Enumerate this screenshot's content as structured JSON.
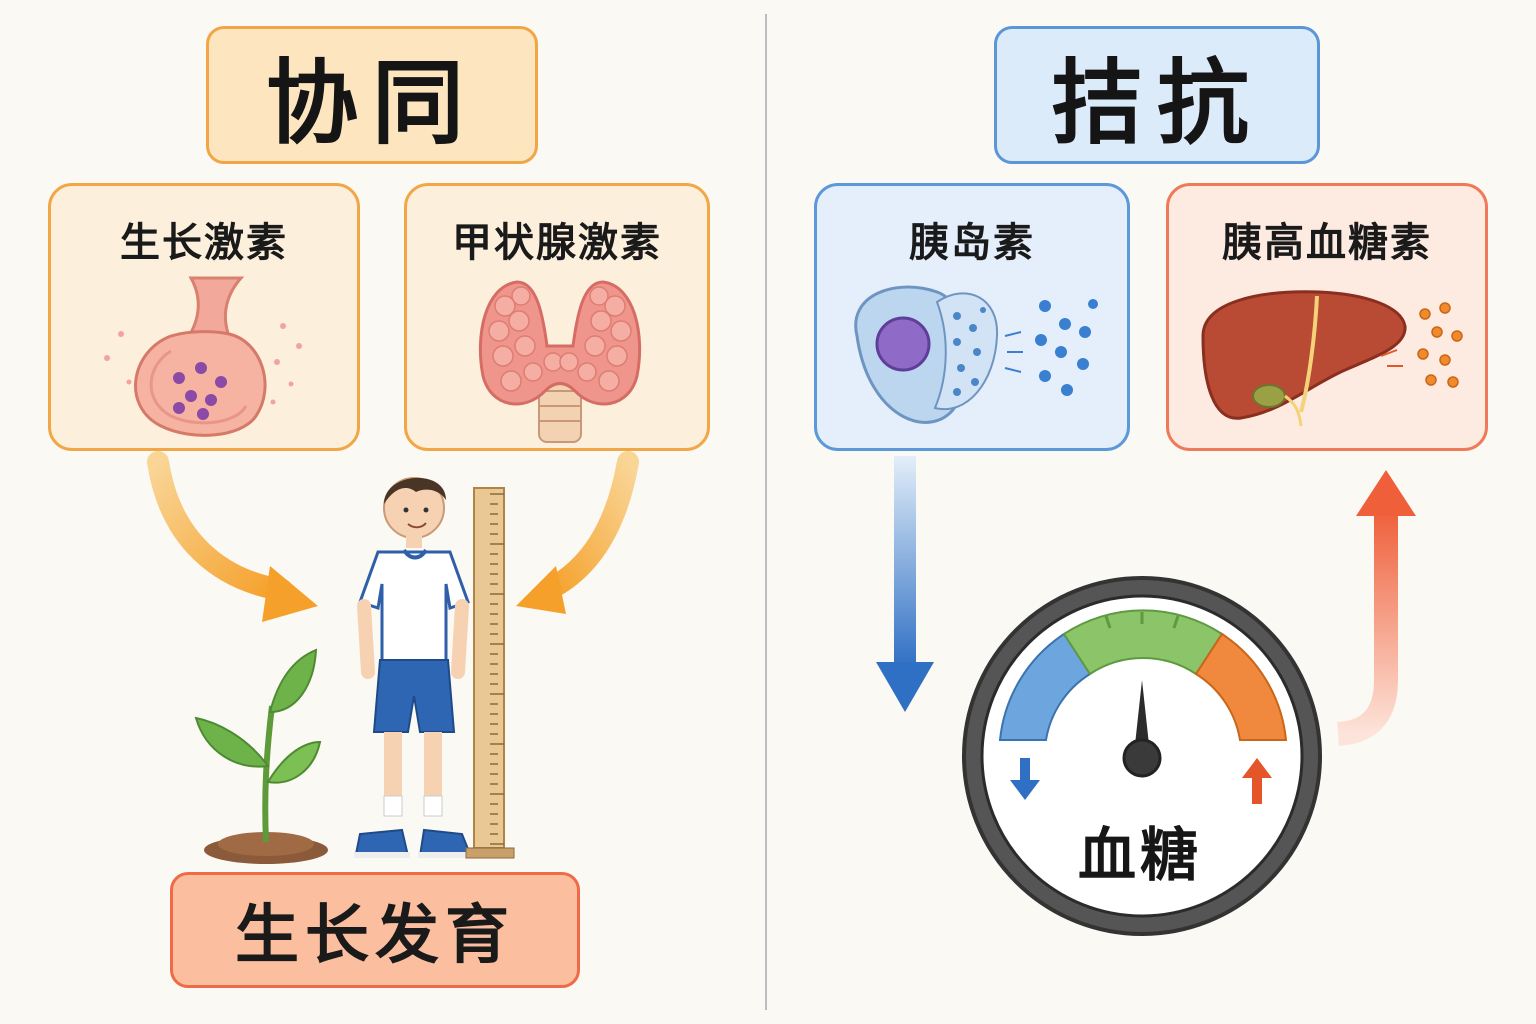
{
  "synergy": {
    "title": "协同",
    "hormone_left": "生长激素",
    "hormone_right": "甲状腺激素",
    "result": "生长发育"
  },
  "antagonism": {
    "title": "拮抗",
    "hormone_left": "胰岛素",
    "hormone_right": "胰高血糖素",
    "gauge_label": "血糖"
  },
  "colors": {
    "synergy_accent": "#f2a544",
    "antagonism_accent": "#5b96d6",
    "decrease_blue": "#2f6fc4",
    "increase_orange": "#ef5f3a",
    "gauge_low": "#6da6de",
    "gauge_normal": "#8cc46a",
    "gauge_high": "#f0883e"
  },
  "icons": [
    "pituitary-gland-icon",
    "thyroid-gland-icon",
    "pancreatic-cell-icon",
    "liver-icon",
    "boy-icon",
    "sprout-icon",
    "height-ruler-icon",
    "blood-sugar-gauge-icon"
  ]
}
